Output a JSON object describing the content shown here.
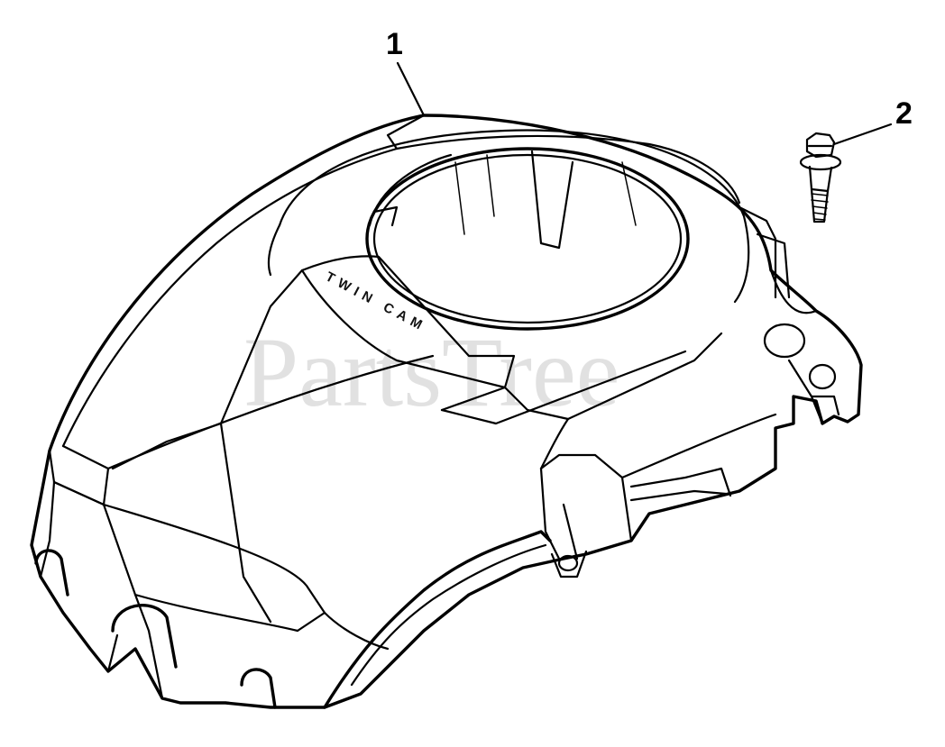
{
  "diagram": {
    "watermark": "PartsTree",
    "emboss_text": "TWIN CAM",
    "callouts": [
      {
        "id": "1",
        "label": "1"
      },
      {
        "id": "2",
        "label": "2"
      }
    ]
  }
}
